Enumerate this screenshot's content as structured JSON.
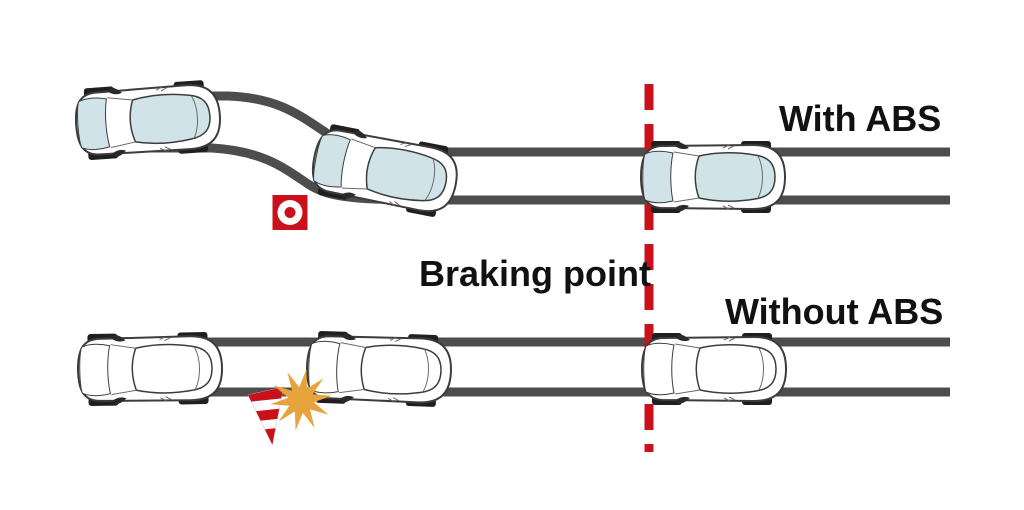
{
  "labels": {
    "with_abs": "With ABS",
    "without_abs": "Without ABS",
    "braking_point": "Braking point"
  },
  "rows": [
    {
      "id": "with-abs",
      "label": "With ABS",
      "car_count": 3,
      "car_style": "blue-tinted"
    },
    {
      "id": "without-abs",
      "label": "Without ABS",
      "car_count": 3,
      "car_style": "white"
    }
  ],
  "icons": {
    "obstacle_marker": "red square with white ring",
    "traffic_cone": "red-and-white striped cone",
    "crash_burst": "orange star burst",
    "braking_point_line": "vertical red dashed line"
  },
  "colors": {
    "track": "#4d4d4d",
    "red": "#c9101b",
    "star": "#e7a33c",
    "glass": "#cfe3e9",
    "outline": "#3c3c3c",
    "bg": "#ffffff",
    "text": "#111111"
  }
}
